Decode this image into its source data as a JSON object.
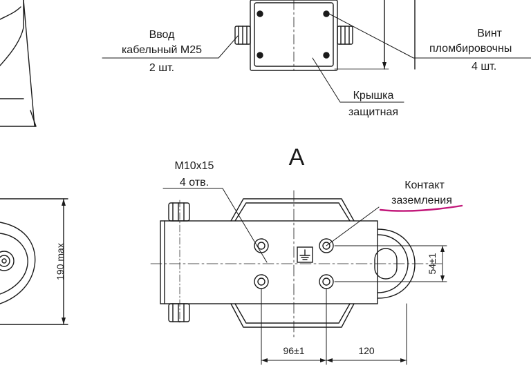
{
  "view_label": "А",
  "callouts": {
    "cable_entry": {
      "line1": "Ввод",
      "line2": "кабельный М25",
      "qty": "2 шт."
    },
    "seal_screw": {
      "line1": "Винт",
      "line2": "пломбировочны",
      "qty": "4 шт."
    },
    "cover": {
      "line1": "Крышка",
      "line2": "защитная"
    },
    "thread_holes": {
      "line1": "М10х15",
      "line2": "4 отв."
    },
    "ground_contact": {
      "line1": "Контакт",
      "line2": "заземления",
      "highlight_color": "#c2187a"
    }
  },
  "dimensions": {
    "height_max": "190 max",
    "hole_spacing_y": "54±1",
    "hole_spacing_x": "96±1",
    "width_120": "120"
  },
  "colors": {
    "line": "#1a1a1a",
    "highlight": "#c2187a",
    "background": "#ffffff"
  },
  "icons": {
    "ground_symbol": "earth-ground-icon"
  }
}
